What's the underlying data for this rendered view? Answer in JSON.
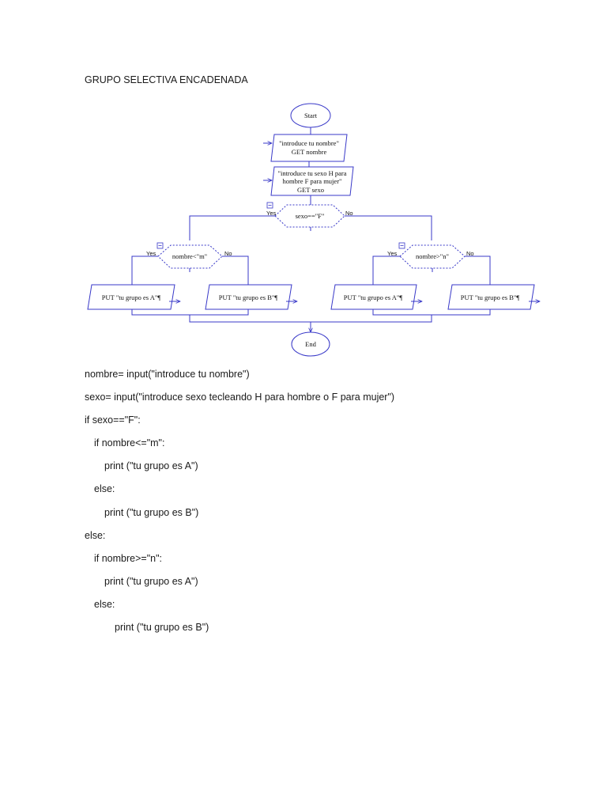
{
  "document": {
    "title": "GRUPO SELECTIVA ENCADENADA"
  },
  "flowchart": {
    "start": "Start",
    "end": "End",
    "input_nombre": [
      "\"introduce tu nombre\"",
      "GET nombre"
    ],
    "input_sexo": [
      "\"introduce tu sexo H para",
      "hombre F para mujer\"",
      "GET sexo"
    ],
    "decision_sexo": "sexo==\"F\"",
    "decision_left": "nombre<\"m\"",
    "decision_right": "nombre>\"n\"",
    "yes": "Yes",
    "no": "No",
    "out_a": "PUT \"tu grupo es A\"¶",
    "out_b": "PUT \"tu grupo es B\"¶"
  },
  "code": [
    {
      "text": "nombre= input(\"introduce tu nombre\")",
      "indent": 0
    },
    {
      "text": "sexo= input(\"introduce sexo tecleando H para hombre o F para mujer\")",
      "indent": 0
    },
    {
      "text": "if sexo==\"F\":",
      "indent": 0
    },
    {
      "text": "if nombre<=\"m\":",
      "indent": 1
    },
    {
      "text": "print (\"tu grupo es A\")",
      "indent": 2
    },
    {
      "text": "else:",
      "indent": 1
    },
    {
      "text": "print (\"tu grupo es B\")",
      "indent": 2
    },
    {
      "text": "else:",
      "indent": 0
    },
    {
      "text": "if nombre>=\"n\":",
      "indent": 1
    },
    {
      "text": "print (\"tu grupo es A\")",
      "indent": 2
    },
    {
      "text": "else:",
      "indent": 1
    },
    {
      "text": "print (\"tu grupo es B\")",
      "indent": 3
    }
  ]
}
